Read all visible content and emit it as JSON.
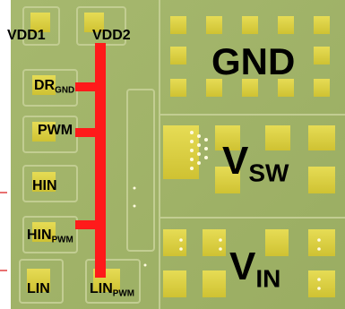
{
  "labels": {
    "vdd1": "VDD1",
    "vdd2": "VDD2",
    "dr_main": "DR",
    "dr_sub": "GND",
    "pwm": "PWM",
    "hin": "HIN",
    "hin_pwm_main": "HIN",
    "hin_pwm_sub": "PWM",
    "lin": "LIN",
    "lin_pwm_main": "LIN",
    "lin_pwm_sub": "PWM",
    "gnd": "GND",
    "vsw_main": "V",
    "vsw_sub": "SW",
    "vin_main": "V",
    "vin_sub": "IN"
  },
  "colors": {
    "board": "#a3b46b",
    "pad": "#d9cf3a",
    "pad_hi": "#e8dc56",
    "trace": "#ff1a1a",
    "outline": "#bfc98e",
    "text": "#000000",
    "marker": "#e04040"
  }
}
